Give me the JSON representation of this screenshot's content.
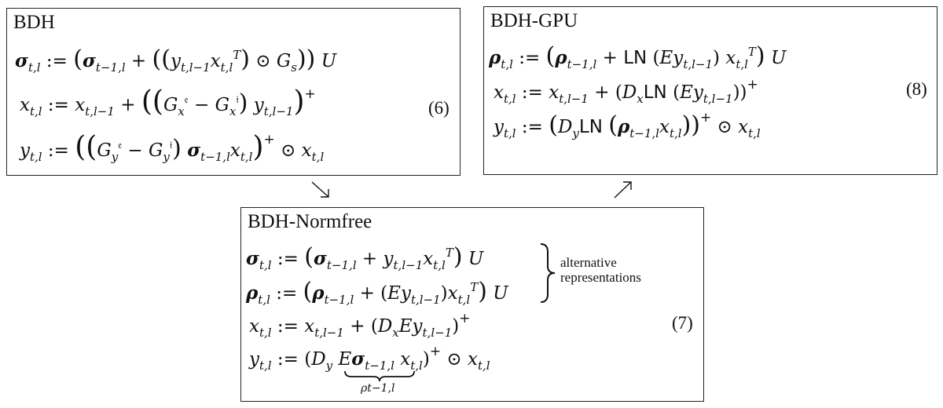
{
  "boxes": {
    "bdh": {
      "title": "BDH",
      "equation_number": "(6)",
      "equations": [
        "𝝈t,l := (𝝈t−1,l + ((yt,l−1 xt,lT) ⊙ Gs)) U",
        "xt,l := xt,l−1 + ((Gx𝔢 − Gx𝔦) yt,l−1)+",
        "yt,l := ((Gy𝔢 − Gy𝔦) 𝝈t−1,l xt,l)+ ⊙ xt,l"
      ]
    },
    "bdh_gpu": {
      "title": "BDH-GPU",
      "equation_number": "(8)",
      "equations": [
        "𝝆t,l := (𝝆t−1,l + LN (Eyt,l−1) xt,lT) U",
        "xt,l := xt,l−1 + (Dx LN (Eyt,l−1))+",
        "yt,l := (Dy LN (𝝆t−1,l xt,l))+ ⊙ xt,l"
      ]
    },
    "bdh_normfree": {
      "title": "BDH-Normfree",
      "equation_number": "(7)",
      "annotation": "alternative representations",
      "brace_label": "ρt−1,l",
      "equations": [
        "𝝈t,l := (𝝈t−1,l + yt,l−1 xt,lT) U",
        "𝝆t,l := (𝝆t−1,l + (Eyt,l−1) xt,lT) U",
        "xt,l := xt,l−1 + (Dx Eyt,l−1)+",
        "yt,l := (Dy E𝝈t−1,l xt,l)+ ⊙ xt,l"
      ]
    }
  },
  "arrows": [
    {
      "from": "bdh",
      "to": "bdh_normfree",
      "glyph": "↘"
    },
    {
      "from": "bdh_normfree",
      "to": "bdh_gpu",
      "glyph": "↗"
    }
  ]
}
